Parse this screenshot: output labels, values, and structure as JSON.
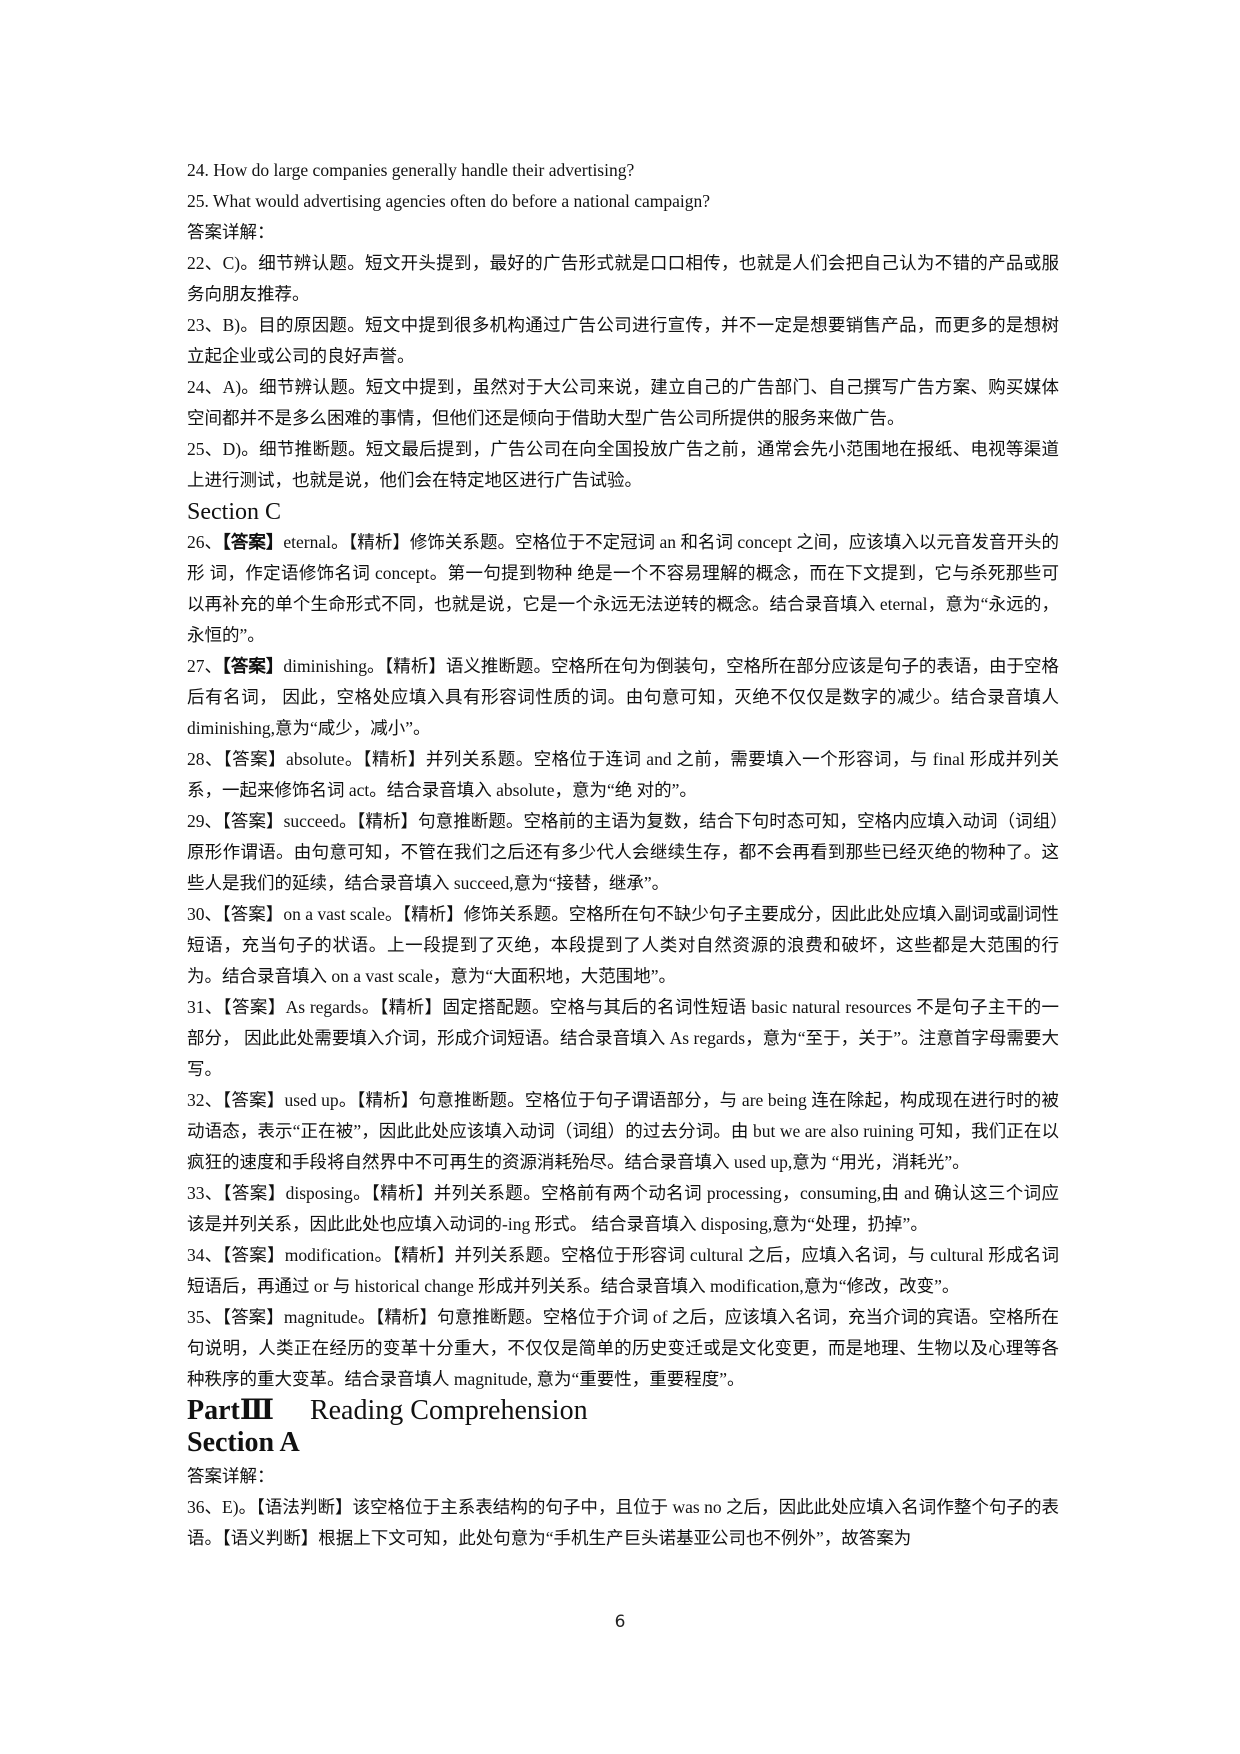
{
  "document": {
    "questions": [
      "24. How do large companies generally handle their advertising?",
      "25. What would advertising agencies often do before a national campaign?"
    ],
    "answer_heading_1": "答案详解：",
    "section_b_answers": [
      "22、C)。细节辨认题。短文开头提到，最好的广告形式就是口口相传，也就是人们会把自己认为不错的产品或服务向朋友推荐。",
      "23、B)。目的原因题。短文中提到很多机构通过广告公司进行宣传，并不一定是想要销售产品，而更多的是想树立起企业或公司的良好声誉。",
      "24、A)。细节辨认题。短文中提到，虽然对于大公司来说，建立自己的广告部门、自己撰写广告方案、购买媒体空间都并不是多么困难的事情，但他们还是倾向于借助大型广告公司所提供的服务来做广告。",
      "25、D)。细节推断题。短文最后提到，广告公司在向全国投放广告之前，通常会先小范围地在报纸、电视等渠道上进行测试，也就是说，他们会在特定地区进行广告试验。"
    ],
    "section_c_heading": "Section C",
    "section_c_answers": [
      {
        "num": "26、",
        "tag": "【答案】",
        "tag_bold": true,
        "text": "eternal。【精析】修饰关系题。空格位于不定冠词 an 和名词 concept 之间，应该填入以元音发音开头的形 词，作定语修饰名词 concept。第一句提到物种 绝是一个不容易理解的概念，而在下文提到，它与杀死那些可以再补充的单个生命形式不同，也就是说，它是一个永远无法逆转的概念。结合录音填入 eternal，意为“永远的，永恒的”。"
      },
      {
        "num": "27、",
        "tag": "【答案】",
        "tag_bold": true,
        "text": "diminishing。【精析】语义推断题。空格所在句为倒装句，空格所在部分应该是句子的表语，由于空格后有名词， 因此，空格处应填入具有形容词性质的词。由句意可知，灭绝不仅仅是数字的减少。结合录音填人 diminishing,意为“咸少，减小”。"
      },
      {
        "num": "28、",
        "tag": "【答案】",
        "tag_bold": false,
        "text": "absolute。【精析】并列关系题。空格位于连词 and 之前，需要填入一个形容词，与 final 形成并列关系，一起来修饰名词 act。结合录音填入 absolute，意为“绝 对的”。"
      },
      {
        "num": "29、",
        "tag": "【答案】",
        "tag_bold": false,
        "text": "succeed。【精析】句意推断题。空格前的主语为复数，结合下句时态可知，空格内应填入动词（词组）原形作谓语。由句意可知，不管在我们之后还有多少代人会继续生存，都不会再看到那些已经灭绝的物种了。这些人是我们的延续，结合录音填入 succeed,意为“接替，继承”。"
      },
      {
        "num": "30、",
        "tag": "【答案】",
        "tag_bold": false,
        "text": "on a vast scale。【精析】修饰关系题。空格所在句不缺少句子主要成分，因此此处应填入副词或副词性短语，充当句子的状语。上一段提到了灭绝，本段提到了人类对自然资源的浪费和破坏，这些都是大范围的行为。结合录音填入 on a vast scale，意为“大面积地，大范围地”。"
      },
      {
        "num": "31、",
        "tag": "【答案】",
        "tag_bold": false,
        "text": "As regards。【精析】固定搭配题。空格与其后的名词性短语 basic natural resources 不是句子主干的一部分， 因此此处需要填入介词，形成介词短语。结合录音填入 As regards，意为“至于，关于”。注意首字母需要大写。"
      },
      {
        "num": "32、",
        "tag": "【答案】",
        "tag_bold": false,
        "text": "used up。【精析】句意推断题。空格位于句子谓语部分，与 are being 连在除起，构成现在进行时的被动语态，表示“正在被”，因此此处应该填入动词（词组）的过去分词。由 but we are also ruining 可知，我们正在以疯狂的速度和手段将自然界中不可再生的资源消耗殆尽。结合录音填入 used up,意为 “用光，消耗光”。"
      },
      {
        "num": "33、",
        "tag": "【答案】",
        "tag_bold": false,
        "text": "disposing。【精析】并列关系题。空格前有两个动名词 processing，consuming,由 and 确认这三个词应该是并列关系，因此此处也应填入动词的-ing 形式。 结合录音填入 disposing,意为“处理，扔掉”。"
      },
      {
        "num": "34、",
        "tag": "【答案】",
        "tag_bold": false,
        "text": "modification。【精析】并列关系题。空格位于形容词 cultural 之后，应填入名词，与 cultural 形成名词短语后，再通过 or 与 historical change 形成并列关系。结合录音填入 modification,意为“修改，改变”。"
      },
      {
        "num": "35、",
        "tag": "【答案】",
        "tag_bold": false,
        "text": "magnitude。【精析】句意推断题。空格位于介词 of 之后，应该填入名词，充当介词的宾语。空格所在句说明，人类正在经历的变革十分重大，不仅仅是简单的历史变迁或是文化变更，而是地理、生物以及心理等各种秩序的重大变革。结合录音填人 magnitude, 意为“重要性，重要程度”。"
      }
    ],
    "part_heading": {
      "part_no": "PartⅢ",
      "title": "Reading Comprehension"
    },
    "section_a_heading": "Section A",
    "answer_heading_2": "答案详解：",
    "reading_answers": [
      "36、E)。【语法判断】该空格位于主系表结构的句子中，且位于 was no 之后，因此此处应填入名词作整个句子的表语。【语义判断】根据上下文可知，此处句意为“手机生产巨头诺基亚公司也不例外”，故答案为"
    ],
    "page_number": "6"
  }
}
